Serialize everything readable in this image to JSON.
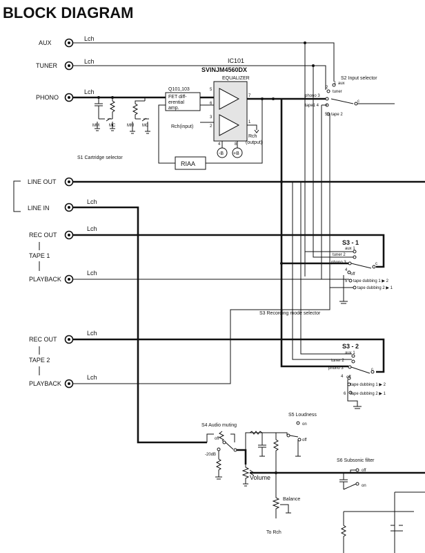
{
  "title": "BLOCK DIAGRAM",
  "ic": {
    "ref": "IC101",
    "part": "SVINJM4560DX",
    "function": "EQUALIZER"
  },
  "fet": {
    "ref": "Q101,103",
    "line1": "FET diff-",
    "line2": "erential",
    "line3": "amp."
  },
  "riaa": "RIAA",
  "supply": {
    "neg": "-B",
    "pos": "+B"
  },
  "rch_input": "Rch(input)",
  "rch_out1": "Rch",
  "rch_out2": "(output)",
  "cart": {
    "label": "S1 Cartridge selector",
    "mm": "MM",
    "mc": "MC"
  },
  "lch": "Lch",
  "jacks": {
    "aux": "AUX",
    "tuner": "TUNER",
    "phono": "PHONO",
    "line_out": "LINE OUT",
    "line_in": "LINE IN",
    "rec_out_1": "REC OUT",
    "tape1": "TAPE 1",
    "playback_1": "PLAYBACK",
    "rec_out_2": "REC OUT",
    "tape2": "TAPE 2",
    "playback_2": "PLAYBACK"
  },
  "s2": {
    "label": "S2 Input selector",
    "pos1": "1",
    "aux": "aux",
    "pos2": "2",
    "tuner": "tuner",
    "phono": "phono 3",
    "tape1": "tape1 4",
    "pos5": "5",
    "tape2": "tape 2",
    "common": "c"
  },
  "s3_1": {
    "name": "S3 - 1",
    "aux": "aux 1",
    "tuner": "tuner 2",
    "phono": "phono 3",
    "pos4": "4",
    "off": "off",
    "pos5": "5",
    "dub12": "tape dubbing 1 ▶ 2",
    "dub21": "tape dubbing 2 ▶ 1",
    "common": "c"
  },
  "s3_label": "S3 Recording mode selector",
  "s3_2": {
    "name": "S3 - 2",
    "aux": "aux 1",
    "tuner": "tuner 2",
    "phono": "phono 3",
    "pos4": "4",
    "off": "off",
    "pos5": "5",
    "dub12": "tape dubbing 1 ▶ 2",
    "pos6": "6",
    "dub21": "tape dubbing 2 ▶ 1",
    "common": "c"
  },
  "s4": {
    "label": "S4 Audio muting",
    "off": "off",
    "db": "-20dB"
  },
  "s5": {
    "label": "S5 Loudness",
    "on": "on",
    "off": "off"
  },
  "s6": {
    "label": "S6 Subsonic filter",
    "off": "off",
    "on": "on"
  },
  "volume": "Volume",
  "balance": "Balance",
  "to_rch": "To Rch"
}
